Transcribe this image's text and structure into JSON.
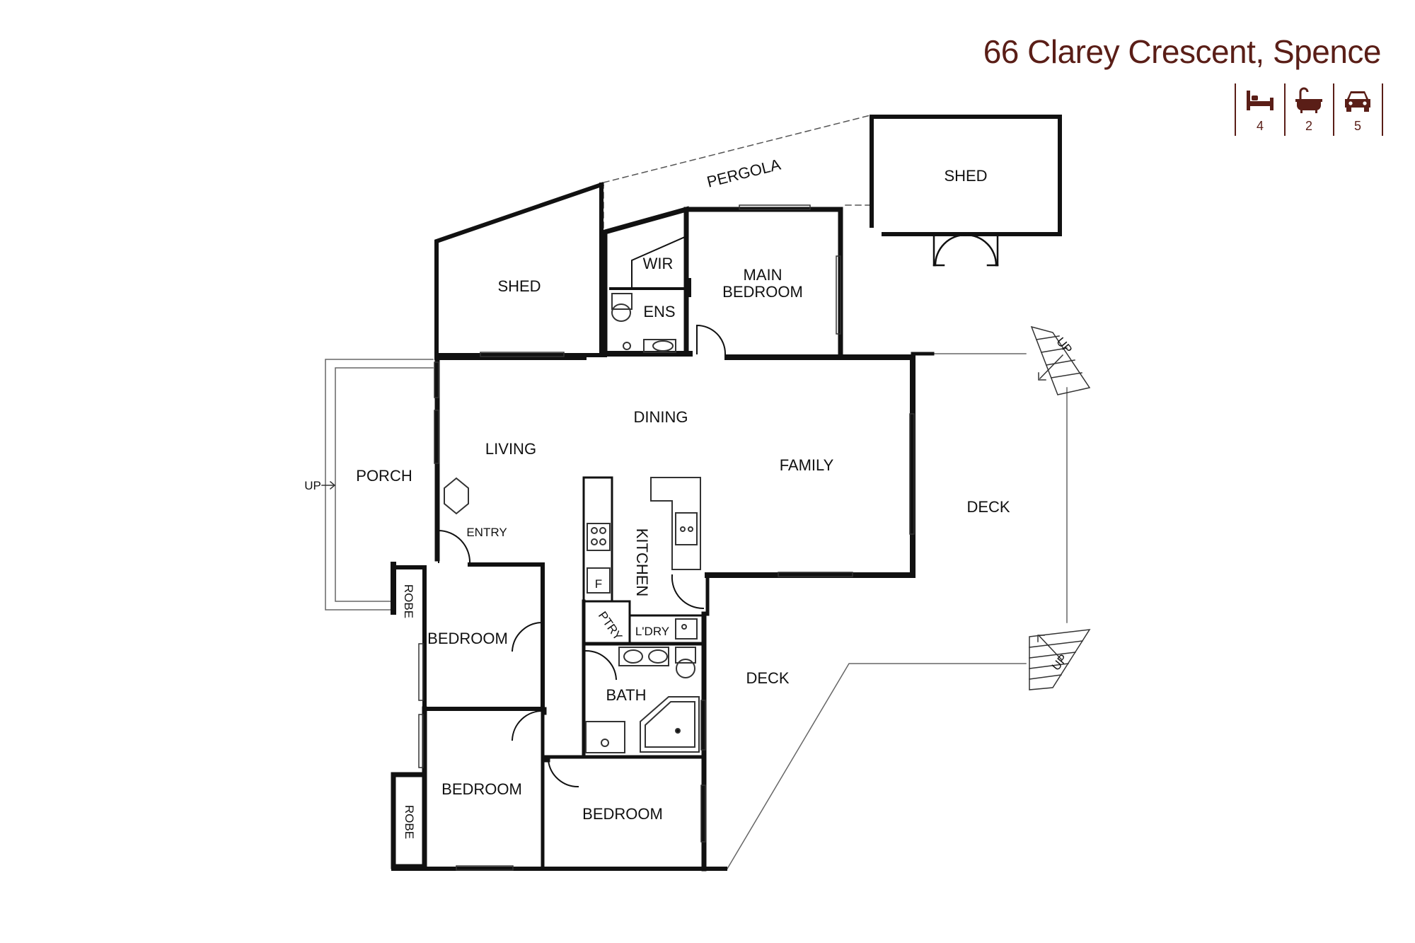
{
  "header": {
    "address": "66 Clarey Crescent, Spence",
    "bedrooms": "4",
    "bathrooms": "2",
    "parking": "5",
    "brand_color": "#5a1e17"
  },
  "icons": [
    "bed-icon",
    "bath-icon",
    "car-icon"
  ],
  "rooms": {
    "pergola": "PERGOLA",
    "shed_left": "SHED",
    "shed_right": "SHED",
    "wir": "WIR",
    "ens": "ENS",
    "main_bedroom_1": "MAIN",
    "main_bedroom_2": "BEDROOM",
    "dining": "DINING",
    "living": "LIVING",
    "family": "FAMILY",
    "porch": "PORCH",
    "entry": "ENTRY",
    "kitchen": "KITCHEN",
    "fridge": "F",
    "pantry": "PTRY",
    "laundry": "L'DRY",
    "bath": "BATH",
    "bedroom_1": "BEDROOM",
    "bedroom_2": "BEDROOM",
    "bedroom_3": "BEDROOM",
    "robe_1": "ROBE",
    "robe_2": "ROBE",
    "deck_east": "DECK",
    "deck_south": "DECK"
  },
  "stairs": {
    "porch_up": "UP",
    "deck_up_top": "UP",
    "deck_up_bottom": "UP"
  }
}
